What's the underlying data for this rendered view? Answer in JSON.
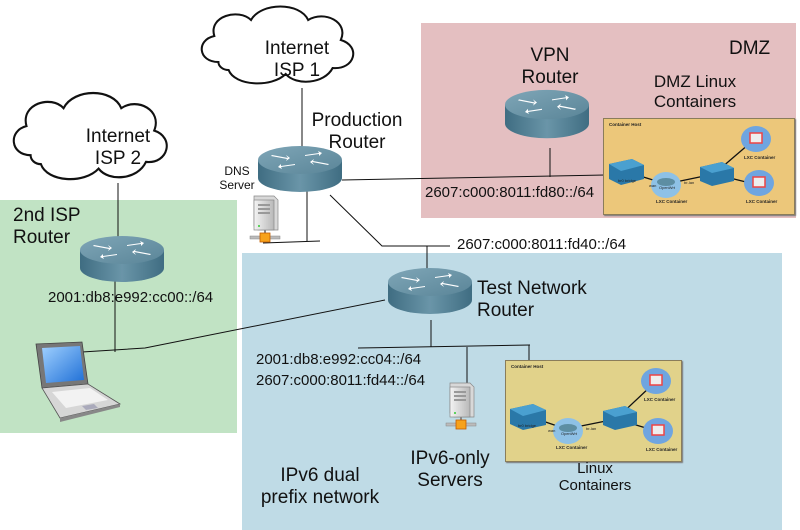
{
  "zones": {
    "dmz": {
      "label": "DMZ",
      "color": "#e4bfc1"
    },
    "isp2": {
      "color": "#c1e3c4"
    },
    "test": {
      "label": "IPv6 dual prefix network",
      "label_lines": [
        "IPv6 dual",
        "prefix network"
      ],
      "color": "#bfdbe6"
    }
  },
  "clouds": [
    {
      "id": "isp1",
      "lines": [
        "Internet",
        "ISP 1"
      ]
    },
    {
      "id": "isp2",
      "lines": [
        "Internet",
        "ISP 2"
      ]
    }
  ],
  "routers": {
    "production": {
      "lines": [
        "Production",
        "Router"
      ]
    },
    "vpn": {
      "lines": [
        "VPN",
        "Router"
      ]
    },
    "isp2": {
      "lines": [
        "2nd ISP",
        "Router"
      ]
    },
    "test": {
      "lines": [
        "Test Network",
        "Router"
      ]
    }
  },
  "servers": {
    "dns": {
      "lines": [
        "DNS",
        "Server"
      ]
    },
    "ipv6only": {
      "lines": [
        "IPv6-only",
        "Servers"
      ]
    }
  },
  "prefixes": {
    "dmz": "2607:c000:8011:fd80::/64",
    "test_uplink": "2607:c000:8011:fd40::/64",
    "isp2": "2001:db8:e992:cc00::/64",
    "test_lan_1": "2001:db8:e992:cc04::/64",
    "test_lan_2": "2607:c000:8011:fd44::/64"
  },
  "container_groups": {
    "dmz": {
      "lines": [
        "DMZ Linux",
        "Containers"
      ]
    },
    "test": {
      "lines": [
        "Linux",
        "Containers"
      ]
    }
  },
  "container_host": {
    "title": "Container Host",
    "bridge": "br0 bridge",
    "wan": "wan",
    "openwrt": "OpenWrt",
    "brlan": "br-lan",
    "lan_bridge": "br-lan bridge",
    "lxc": "LXC Container"
  },
  "colors": {
    "router_top": "#6c96a8",
    "router_side": "#4d7a8e",
    "line": "#111111",
    "cloud_stroke": "#111111",
    "container_host_dmz": "#ecc77a",
    "container_host_test": "#e1d28a"
  }
}
